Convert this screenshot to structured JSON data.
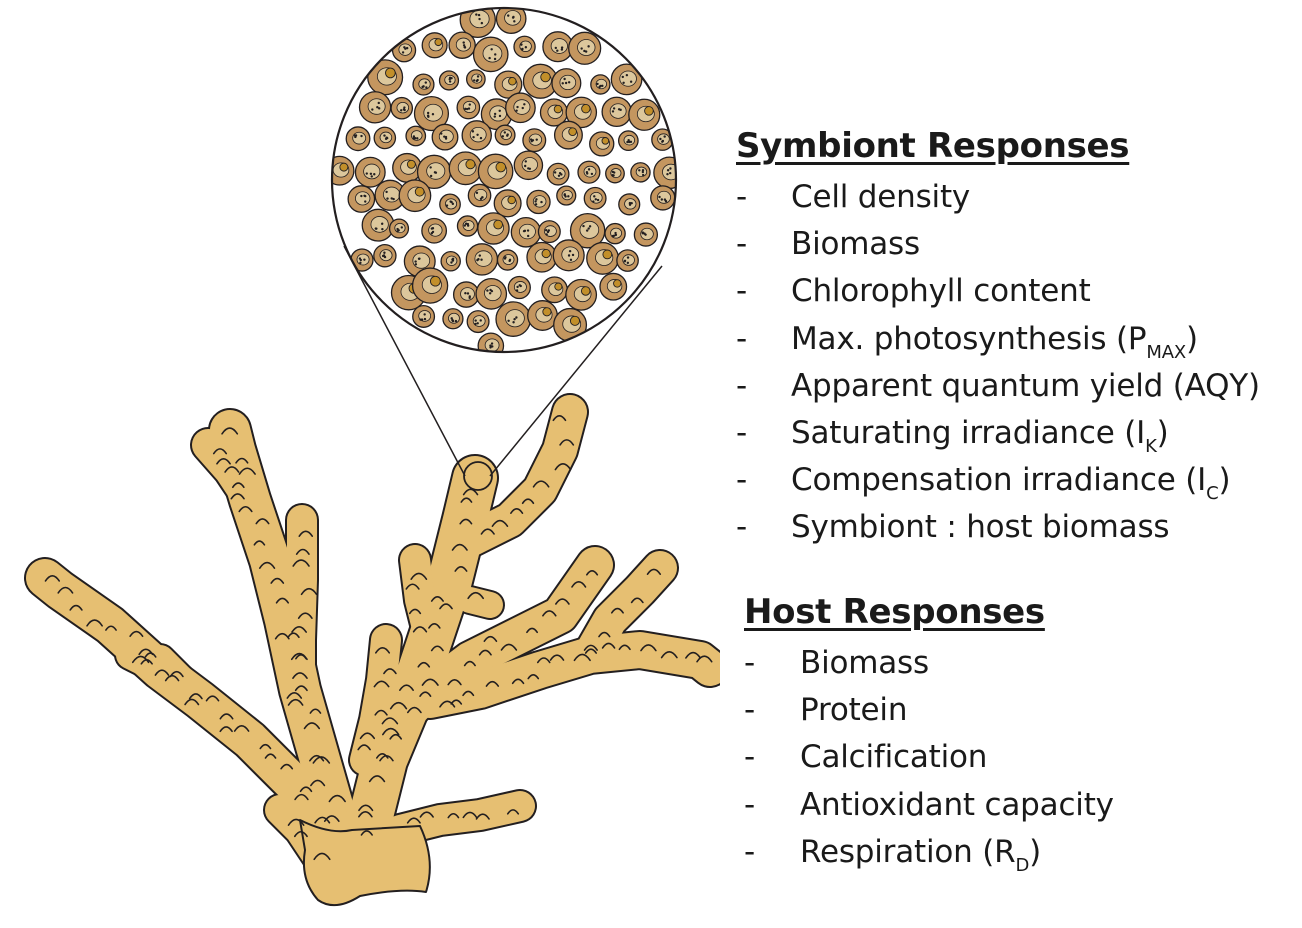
{
  "colors": {
    "coral_fill": "#e6bf72",
    "cell_fill": "#c4965f",
    "cell_inner": "#dcc79c",
    "nucleus_fill": "#c28f2a",
    "outline": "#231f20"
  },
  "symbiont": {
    "heading": "Symbiont Responses",
    "items": [
      {
        "dash": "-",
        "text": "Cell density",
        "sub": "",
        "close": ""
      },
      {
        "dash": "-",
        "text": "Biomass",
        "sub": "",
        "close": ""
      },
      {
        "dash": "-",
        "text": "Chlorophyll content",
        "sub": "",
        "close": ""
      },
      {
        "dash": "-",
        "text": "Max. photosynthesis (P",
        "sub": "MAX",
        "close": ")"
      },
      {
        "dash": "-",
        "text": "Apparent quantum yield (AQY)",
        "sub": "",
        "close": ""
      },
      {
        "dash": "-",
        "text": "Saturating irradiance (I",
        "sub": "K",
        "close": ")"
      },
      {
        "dash": "-",
        "text": "Compensation irradiance (I",
        "sub": "C",
        "close": ")"
      },
      {
        "dash": "-",
        "text": "Symbiont : host biomass",
        "sub": "",
        "close": ""
      }
    ]
  },
  "host": {
    "heading": "Host Responses",
    "items": [
      {
        "dash": "-",
        "text": "Biomass",
        "sub": "",
        "close": ""
      },
      {
        "dash": "-",
        "text": "Protein",
        "sub": "",
        "close": ""
      },
      {
        "dash": "-",
        "text": "Calcification",
        "sub": "",
        "close": ""
      },
      {
        "dash": "-",
        "text": "Antioxidant capacity",
        "sub": "",
        "close": ""
      },
      {
        "dash": "-",
        "text": "Respiration (R",
        "sub": "D",
        "close": ")"
      }
    ]
  }
}
